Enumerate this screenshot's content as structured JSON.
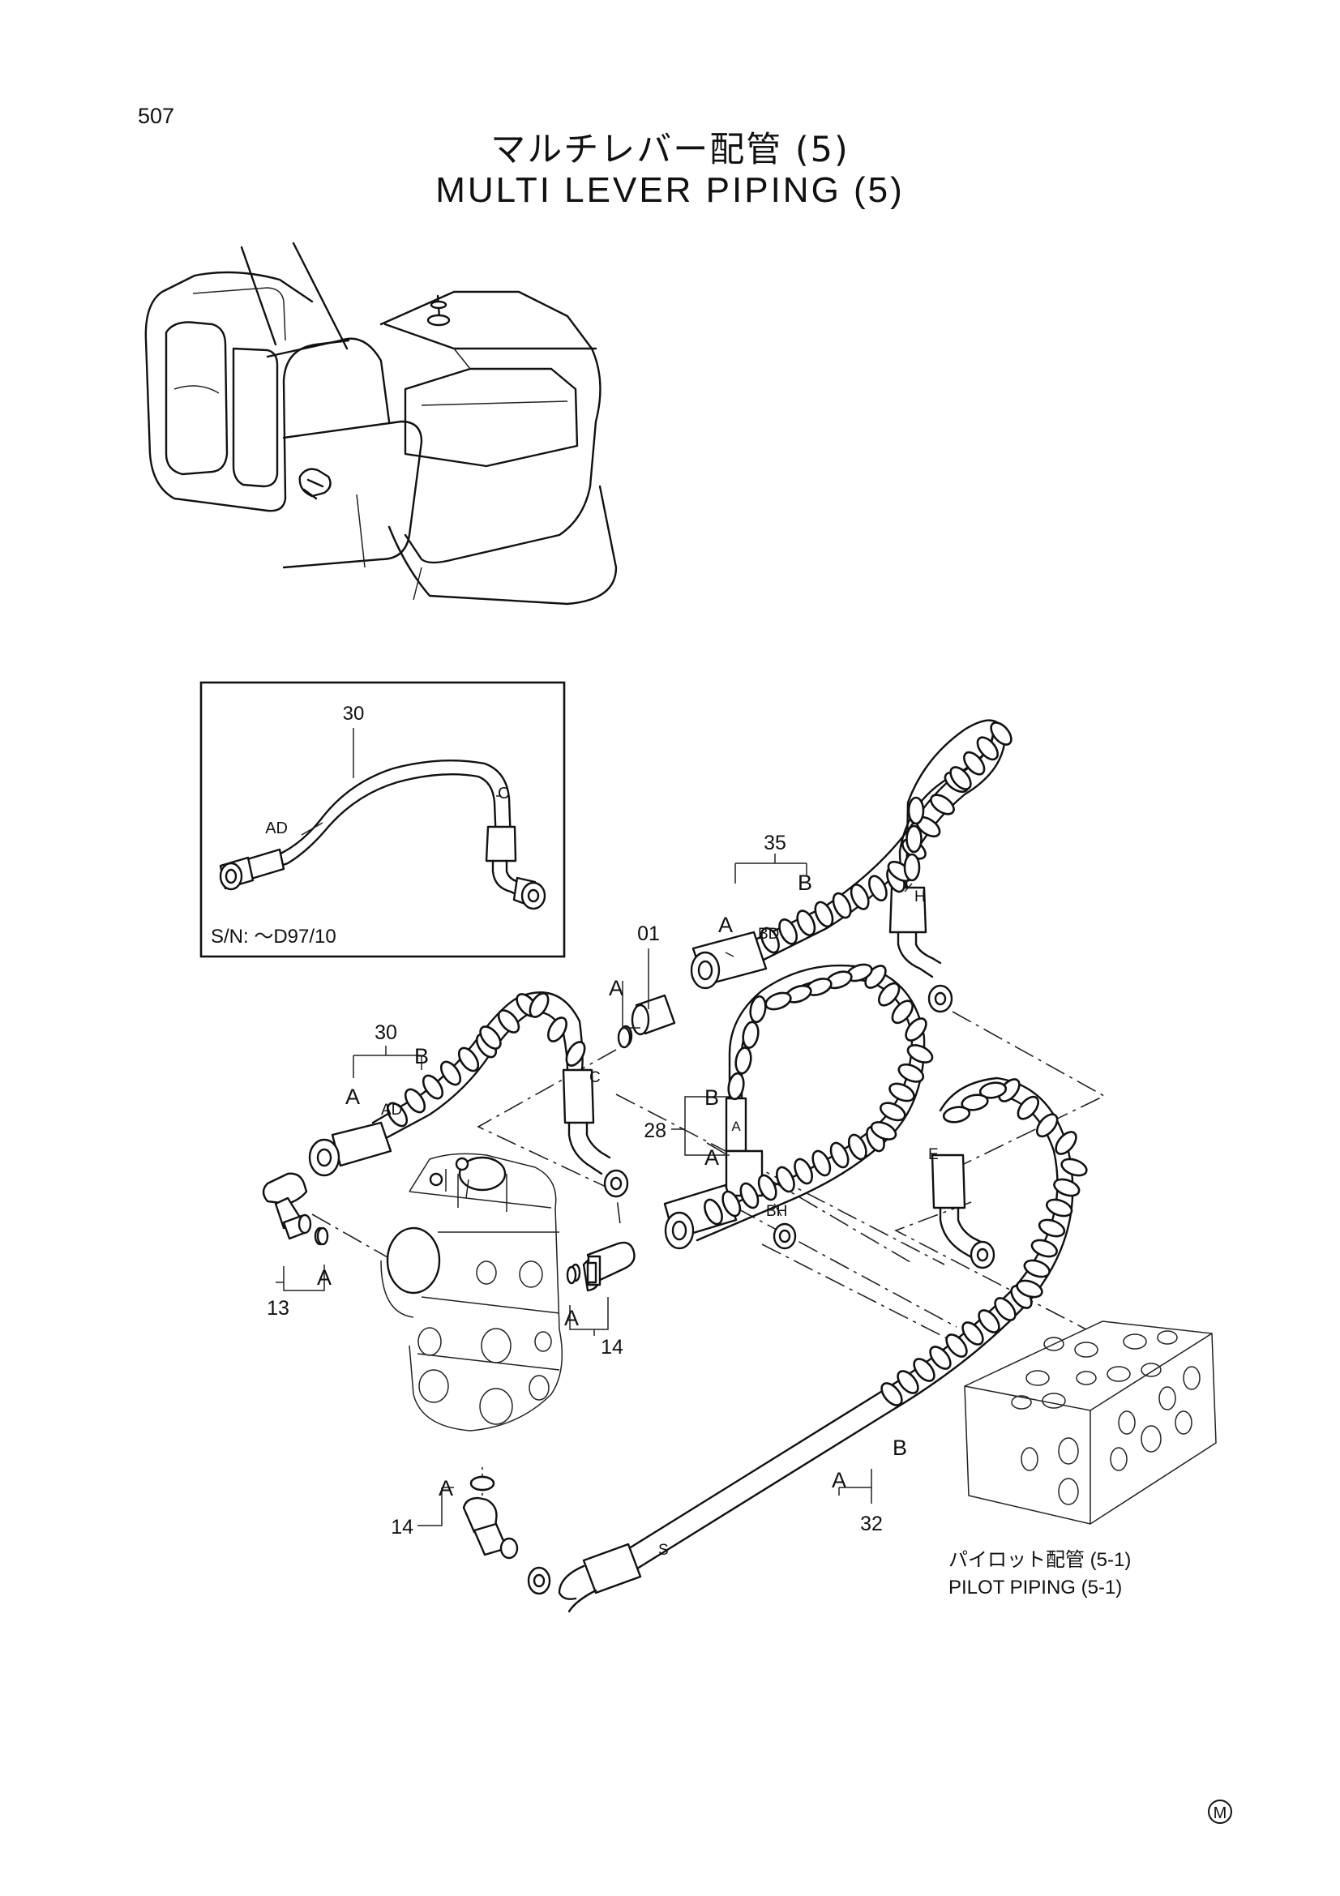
{
  "header": {
    "page_number": "507",
    "title_jp": "マルチレバー配管 (5)",
    "title_en": "MULTI LEVER PIPING (5)"
  },
  "inset": {
    "part": "30",
    "end_ad": "AD",
    "end_c": "C",
    "serial_note": "S/N: ～D97/10"
  },
  "callouts": {
    "p35": "35",
    "p35_a": "A",
    "p35_b": "B",
    "p35_end_bd": "BD",
    "p35_end_h": "H",
    "p01": "01",
    "p01_a": "A",
    "p30": "30",
    "p30_a": "A",
    "p30_b": "B",
    "p30_end_ad": "AD",
    "p30_end_c": "C",
    "p28": "28",
    "p28_b": "B",
    "p28_a": "A",
    "p28_end_a": "A",
    "p28_end_bh": "BH",
    "p13": "13",
    "p13_a": "A",
    "p14_upper": "14",
    "p14_upper_a": "A",
    "p14_lower": "14",
    "p14_lower_a": "A",
    "p32": "32",
    "p32_a": "A",
    "p32_b": "B",
    "p32_end_s": "S",
    "p32_end_e": "E"
  },
  "reference": {
    "jp": "パイロット配管 (5-1)",
    "en": "PILOT PIPING (5-1)"
  },
  "corner_mark": "M"
}
